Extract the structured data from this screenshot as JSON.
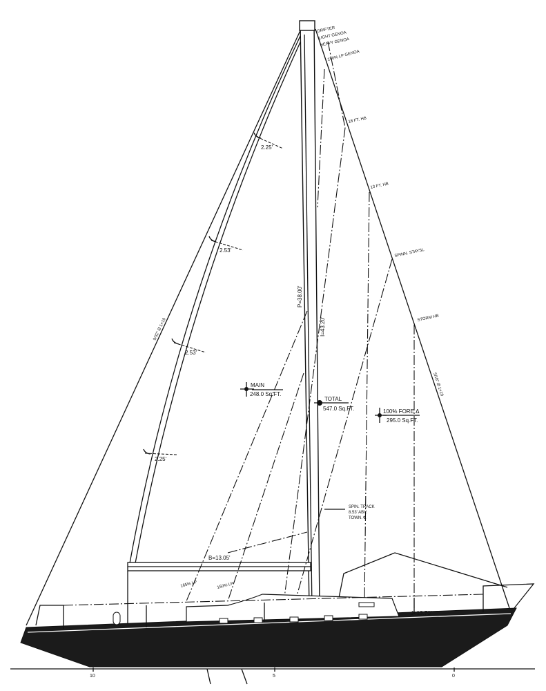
{
  "masthead_labels": [
    "DRIFTER",
    "LIGHT GENOA",
    "HEAVY GENOA",
    "150% LP GENOA"
  ],
  "headstay_labels": [
    "18 FT. HB",
    "13 FT. HB",
    "SPINN. STAYSL",
    "STORM HB"
  ],
  "headstay_note": "5/16\" Ø 1×19",
  "backstay_note": "9/32\" Ø 1×19",
  "batten_lengths": [
    "2.25'",
    "2.53'",
    "2.53'",
    "2.25'"
  ],
  "dimensions": {
    "P": "P=38.00'",
    "I": "I=43.20'",
    "B": "B=13.05'",
    "J": "J=13.70'"
  },
  "areas": {
    "main_label": "MAIN",
    "main_value": "248.0 Sq.FT.",
    "total_label": "TOTAL",
    "total_value": "547.0 Sq.FT.",
    "fore_label": "100% FORE Δ",
    "fore_value": "295.0 Sq.FT."
  },
  "track_note": [
    "SPIN. TRACK",
    "8.53' ABV.",
    "TOWN. ℄"
  ],
  "sheet_leads": [
    "165% LP",
    "150% LP"
  ],
  "stations": [
    "10",
    "5",
    "0"
  ],
  "colors": {
    "ink": "#111111",
    "hull": "#1b1b1b",
    "paper": "#ffffff"
  }
}
